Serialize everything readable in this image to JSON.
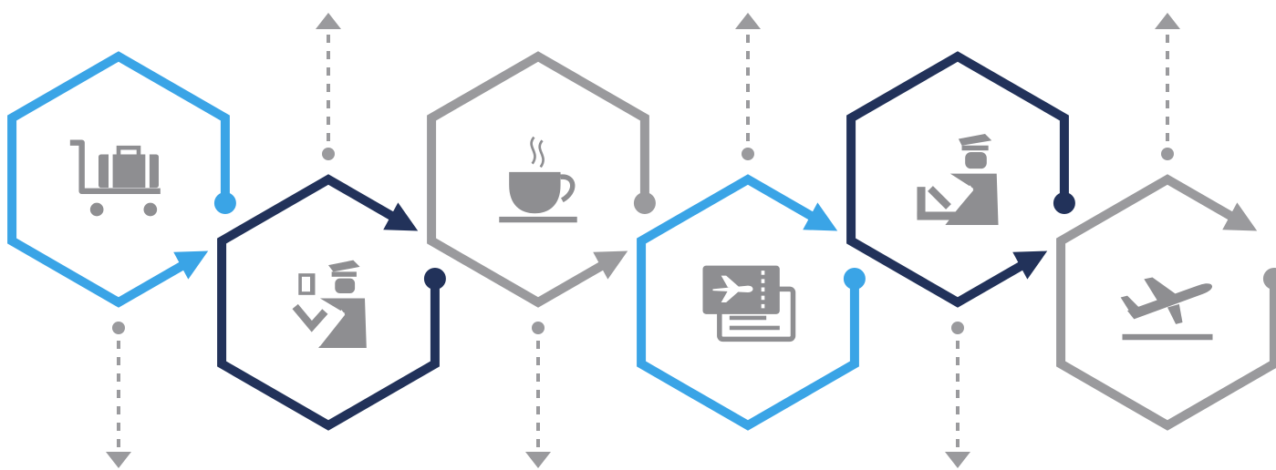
{
  "colors": {
    "light_blue": "#3aa4e6",
    "navy": "#22325a",
    "gray": "#9a9a9d",
    "icon": "#8e8e91",
    "connector": "#9a9a9d"
  },
  "steps": [
    {
      "color": "light_blue",
      "icon": "luggage-cart-icon",
      "connector": "down"
    },
    {
      "color": "navy",
      "icon": "passport-control-icon",
      "connector": "up"
    },
    {
      "color": "gray",
      "icon": "coffee-cup-icon",
      "connector": "down"
    },
    {
      "color": "light_blue",
      "icon": "boarding-pass-icon",
      "connector": "up"
    },
    {
      "color": "navy",
      "icon": "security-check-icon",
      "connector": "down"
    },
    {
      "color": "gray",
      "icon": "departure-plane-icon",
      "connector": "up"
    }
  ]
}
